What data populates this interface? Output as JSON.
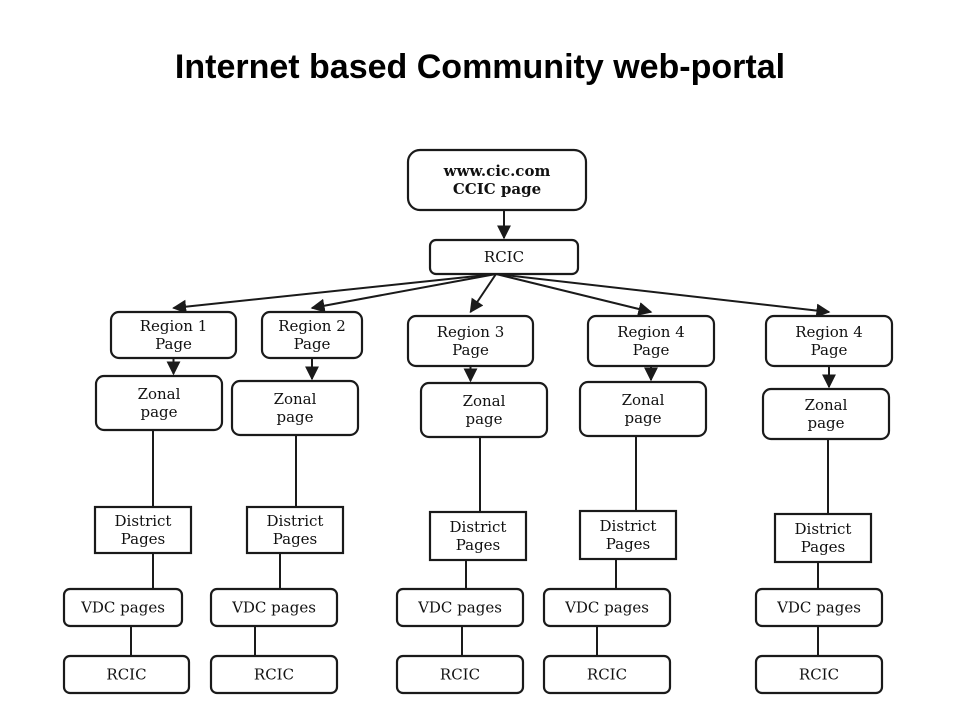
{
  "title": "Internet based Community web-portal",
  "root": {
    "line1": "www.cic.com",
    "line2": "CCIC page"
  },
  "hub": {
    "label": "RCIC"
  },
  "branches": [
    {
      "region": [
        "Region 1",
        "Page"
      ],
      "zonal": [
        "Zonal",
        "page"
      ],
      "district": [
        "District",
        "Pages"
      ],
      "vdc": "VDC pages",
      "rcic": "RCIC"
    },
    {
      "region": [
        "Region 2",
        "Page"
      ],
      "zonal": [
        "Zonal",
        "page"
      ],
      "district": [
        "District",
        "Pages"
      ],
      "vdc": "VDC pages",
      "rcic": "RCIC"
    },
    {
      "region": [
        "Region 3",
        "Page"
      ],
      "zonal": [
        "Zonal",
        "page"
      ],
      "district": [
        "District",
        "Pages"
      ],
      "vdc": "VDC pages",
      "rcic": "RCIC"
    },
    {
      "region": [
        "Region 4",
        "Page"
      ],
      "zonal": [
        "Zonal",
        "page"
      ],
      "district": [
        "District",
        "Pages"
      ],
      "vdc": "VDC pages",
      "rcic": "RCIC"
    },
    {
      "region": [
        "Region 4",
        "Page"
      ],
      "zonal": [
        "Zonal",
        "page"
      ],
      "district": [
        "District",
        "Pages"
      ],
      "vdc": "VDC pages",
      "rcic": "RCIC"
    }
  ]
}
